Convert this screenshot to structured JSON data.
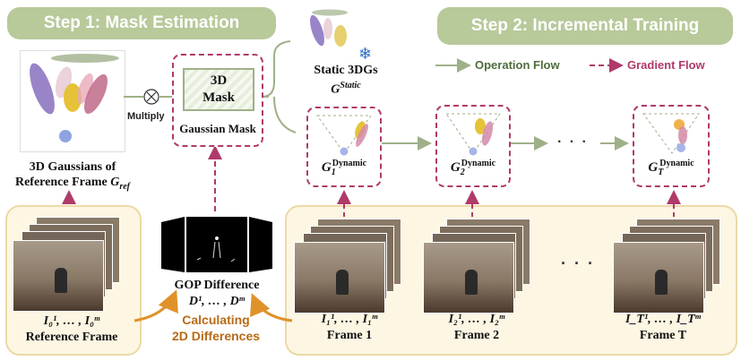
{
  "steps": {
    "step1": "Step 1: Mask Estimation",
    "step2": "Step 2: Incremental Training"
  },
  "legend": {
    "operation": "Operation Flow",
    "gradient": "Gradient Flow"
  },
  "multiply_label": "Multiply",
  "mask_box": {
    "title_line1": "3D",
    "title_line2": "Mask",
    "caption": "Gaussian Mask"
  },
  "ref_gaussians": {
    "line1": "3D Gaussians of",
    "line2": "Reference Frame",
    "symbol": "G",
    "subscript": "ref"
  },
  "static": {
    "label": "Static 3DGs",
    "symbol": "G",
    "superscript": "Static"
  },
  "dynamic_nodes": [
    {
      "symbol": "G",
      "sub": "1",
      "sup": "Dynamic"
    },
    {
      "symbol": "G",
      "sub": "2",
      "sup": "Dynamic"
    },
    {
      "symbol": "G",
      "sub": "T",
      "sup": "Dynamic"
    }
  ],
  "dots": "· · ·",
  "gop": {
    "label": "GOP Difference",
    "formula": "D¹, … , Dᵐ"
  },
  "calc": {
    "line1": "Calculating",
    "line2": "2D Differences"
  },
  "ref_frames": {
    "formula": "I₀¹, … , I₀ᵐ",
    "caption": "Reference Frame"
  },
  "frame_groups": [
    {
      "formula": "I₁¹, … , I₁ᵐ",
      "caption": "Frame 1"
    },
    {
      "formula": "I₂¹, … , I₂ᵐ",
      "caption": "Frame 2"
    },
    {
      "formula": "I_T¹, … , I_Tᵐ",
      "caption": "Frame T"
    }
  ],
  "frames_dots": "· · ·",
  "colors": {
    "pill": "#b8c99a",
    "operation_arrow": "#9fb089",
    "gradient_arrow": "#b03a6a",
    "panel_border": "#ecd9a6",
    "panel_fill": "#fcf6e3",
    "calc_text": "#b86a16"
  }
}
